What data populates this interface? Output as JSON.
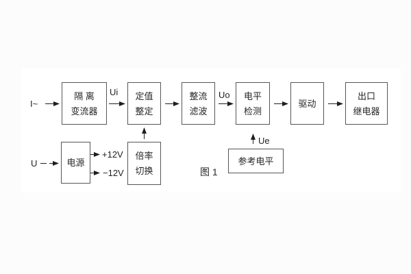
{
  "figure": {
    "caption": "图 1",
    "type": "block-diagram"
  },
  "colors": {
    "page_background": "#fcfcfc",
    "panel_background": "#ffffff",
    "box_border": "#555555",
    "line": "#1f1f1f",
    "text": "#262626"
  },
  "blocks": {
    "isolation_transformer": {
      "line1": "隔 离",
      "line2": "变流器"
    },
    "setpoint_adjust": {
      "line1": "定值",
      "line2": "整定"
    },
    "rectify_filter": {
      "line1": "整流",
      "line2": "滤波"
    },
    "level_detect": {
      "line1": "电平",
      "line2": "检测"
    },
    "drive": {
      "label": "驱动"
    },
    "output_relay": {
      "line1": "出口",
      "line2": "继电器"
    },
    "power_supply": {
      "label": "电源"
    },
    "ratio_switch": {
      "line1": "倍率",
      "line2": "切换"
    },
    "reference_level": {
      "label": "参考电平"
    }
  },
  "signal_labels": {
    "input_current": "I~",
    "input_voltage": "U",
    "ui": "Ui",
    "uo": "Uo",
    "ue": "Ue",
    "plus_12v": "+12V",
    "minus_12v": "−12V"
  }
}
